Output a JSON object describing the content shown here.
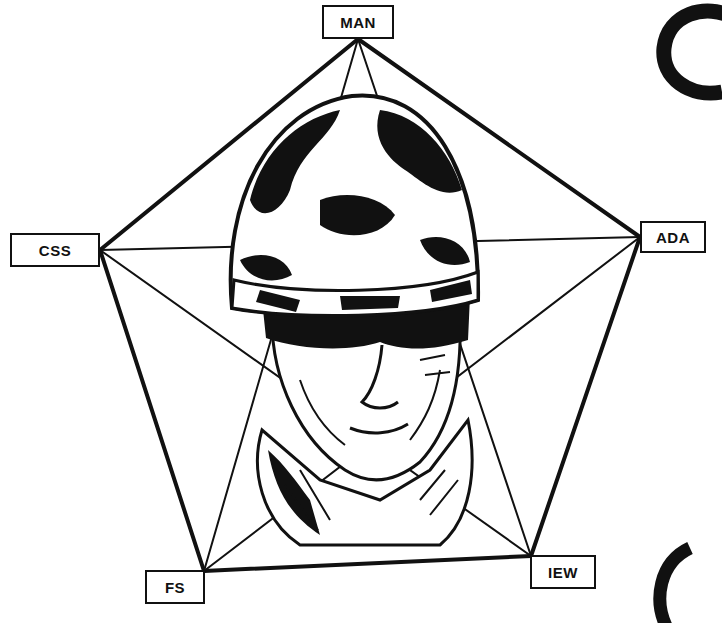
{
  "diagram": {
    "nodes": [
      {
        "text": [
          "MAN"
        ]
      },
      {
        "text": [
          "CSS"
        ]
      },
      {
        "text": [
          "ADA"
        ]
      },
      {
        "text": [
          "FS"
        ]
      },
      {
        "text": [
          "IEW"
        ]
      }
    ],
    "edges": [
      {
        "from": 0,
        "to": 2,
        "arrow": "none"
      },
      {
        "from": 2,
        "to": 4,
        "arrow": "none"
      },
      {
        "from": 4,
        "to": 3,
        "arrow": "none"
      },
      {
        "from": 3,
        "to": 1,
        "arrow": "none"
      },
      {
        "from": 1,
        "to": 0,
        "arrow": "none"
      },
      {
        "from": 0,
        "to": 4,
        "arrow": "none"
      },
      {
        "from": 0,
        "to": 3,
        "arrow": "none"
      },
      {
        "from": 2,
        "to": 3,
        "arrow": "none"
      },
      {
        "from": 2,
        "to": 1,
        "arrow": "none"
      },
      {
        "from": 1,
        "to": 4,
        "arrow": "none"
      }
    ]
  }
}
